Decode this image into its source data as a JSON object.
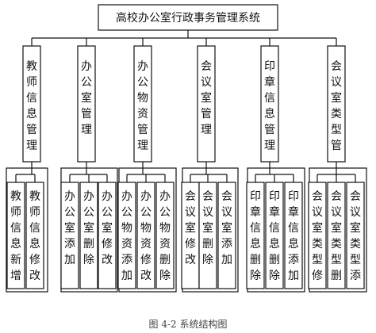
{
  "diagram": {
    "root": {
      "label": "高校办公室行政事务管理系统"
    },
    "modules": [
      {
        "label": "教师信息管理",
        "children": [
          "教师信息新增",
          "教师信息修改"
        ]
      },
      {
        "label": "办公室管理",
        "children": [
          "办公室添加",
          "办公室删除",
          "办公室修改"
        ]
      },
      {
        "label": "办公物资管理",
        "children": [
          "办公物资添加",
          "办公物资修改",
          "办公物资删除"
        ]
      },
      {
        "label": "会议室管理",
        "children": [
          "会议室修改",
          "会议室删除",
          "会议室添加"
        ]
      },
      {
        "label": "印章信息管理",
        "children": [
          "印章信息删除",
          "印章信息删除",
          "印章信息添加"
        ]
      },
      {
        "label": "会议室类型管",
        "children": [
          "会议室类型修",
          "会议室类型删",
          "会议室类型添"
        ]
      }
    ]
  },
  "caption": "图 4-2 系统结构图"
}
